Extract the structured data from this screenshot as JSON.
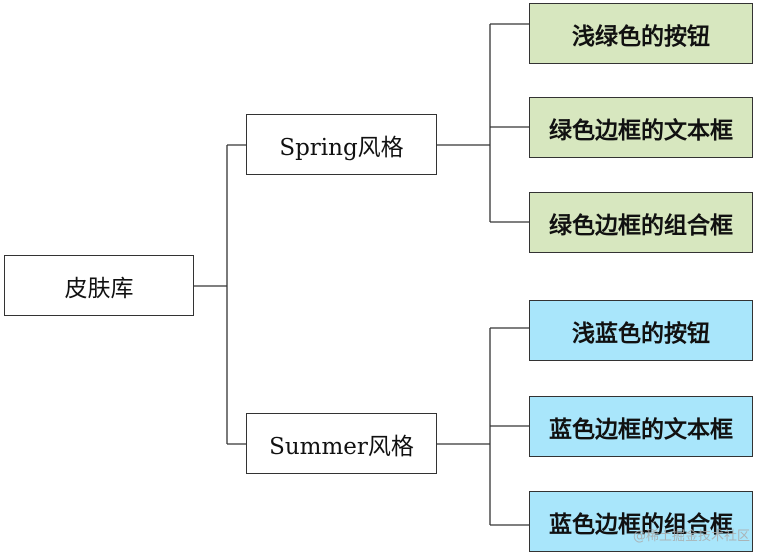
{
  "colors": {
    "spring_leaf_fill": "#d7e7bf",
    "summer_leaf_fill": "#a9e6fb",
    "box_border": "#333333",
    "connector": "#333333"
  },
  "tree": {
    "root": {
      "label": "皮肤库"
    },
    "spring": {
      "label": "Spring风格",
      "children": [
        {
          "label": "浅绿色的按钮"
        },
        {
          "label": "绿色边框的文本框"
        },
        {
          "label": "绿色边框的组合框"
        }
      ]
    },
    "summer": {
      "label": "Summer风格",
      "children": [
        {
          "label": "浅蓝色的按钮"
        },
        {
          "label": "蓝色边框的文本框"
        },
        {
          "label": "蓝色边框的组合框"
        }
      ]
    }
  },
  "watermark": "@稀土掘金技术社区"
}
